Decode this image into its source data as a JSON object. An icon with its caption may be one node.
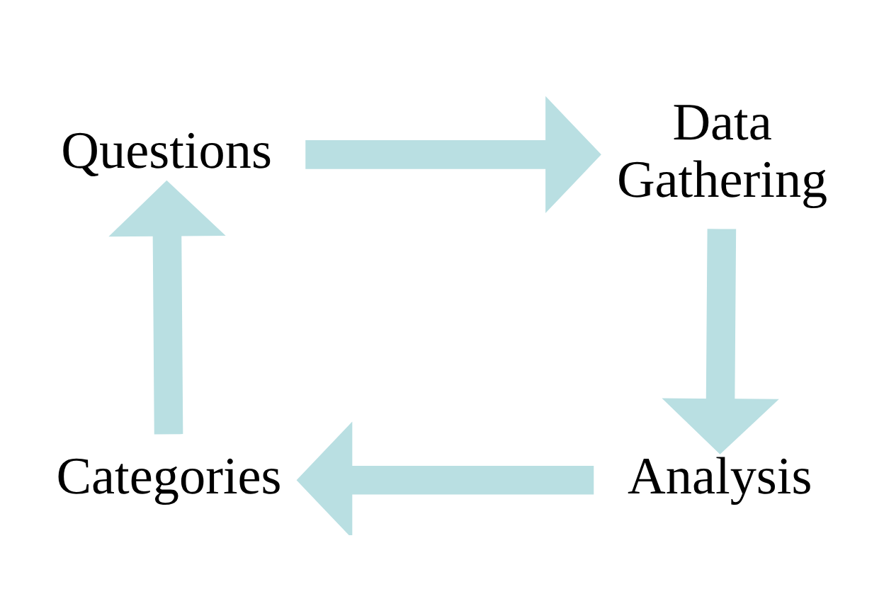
{
  "diagram": {
    "nodes": [
      {
        "text": [
          "Questions"
        ]
      },
      {
        "text": [
          "Data Gathering"
        ]
      },
      {
        "text": [
          "Analysis"
        ]
      },
      {
        "text": [
          "Categories"
        ]
      }
    ],
    "edges": [
      {
        "from": 0,
        "to": 1,
        "arrow": "to"
      },
      {
        "from": 1,
        "to": 2,
        "arrow": "to"
      },
      {
        "from": 2,
        "to": 3,
        "arrow": "to"
      },
      {
        "from": 3,
        "to": 0,
        "arrow": "to"
      }
    ]
  }
}
